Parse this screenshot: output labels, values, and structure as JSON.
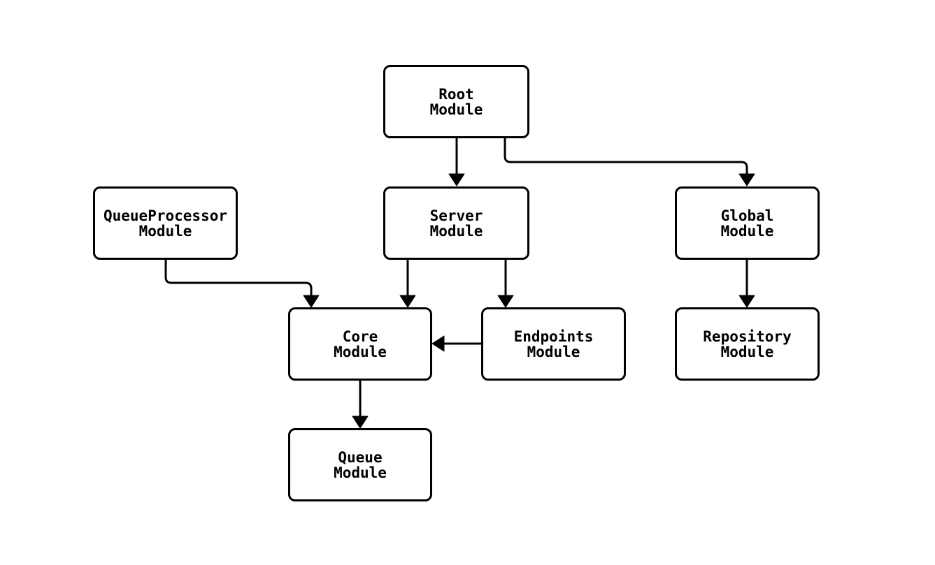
{
  "diagram": {
    "background_color": "#ffffff",
    "stroke_color": "#000000",
    "text_color": "#000000",
    "nodes": {
      "root": {
        "label": "Root\nModule"
      },
      "queueprocessor": {
        "label": "QueueProcessor\nModule"
      },
      "server": {
        "label": "Server\nModule"
      },
      "global": {
        "label": "Global\nModule"
      },
      "core": {
        "label": "Core\nModule"
      },
      "endpoints": {
        "label": "Endpoints\nModule"
      },
      "repository": {
        "label": "Repository\nModule"
      },
      "queue": {
        "label": "Queue\nModule"
      }
    },
    "edges": [
      {
        "from": "Root Module",
        "to": "Server Module"
      },
      {
        "from": "Root Module",
        "to": "Global Module"
      },
      {
        "from": "QueueProcessor Module",
        "to": "Core Module"
      },
      {
        "from": "Server Module",
        "to": "Core Module"
      },
      {
        "from": "Server Module",
        "to": "Endpoints Module"
      },
      {
        "from": "Endpoints Module",
        "to": "Core Module"
      },
      {
        "from": "Global Module",
        "to": "Repository Module"
      },
      {
        "from": "Core Module",
        "to": "Queue Module"
      }
    ]
  }
}
